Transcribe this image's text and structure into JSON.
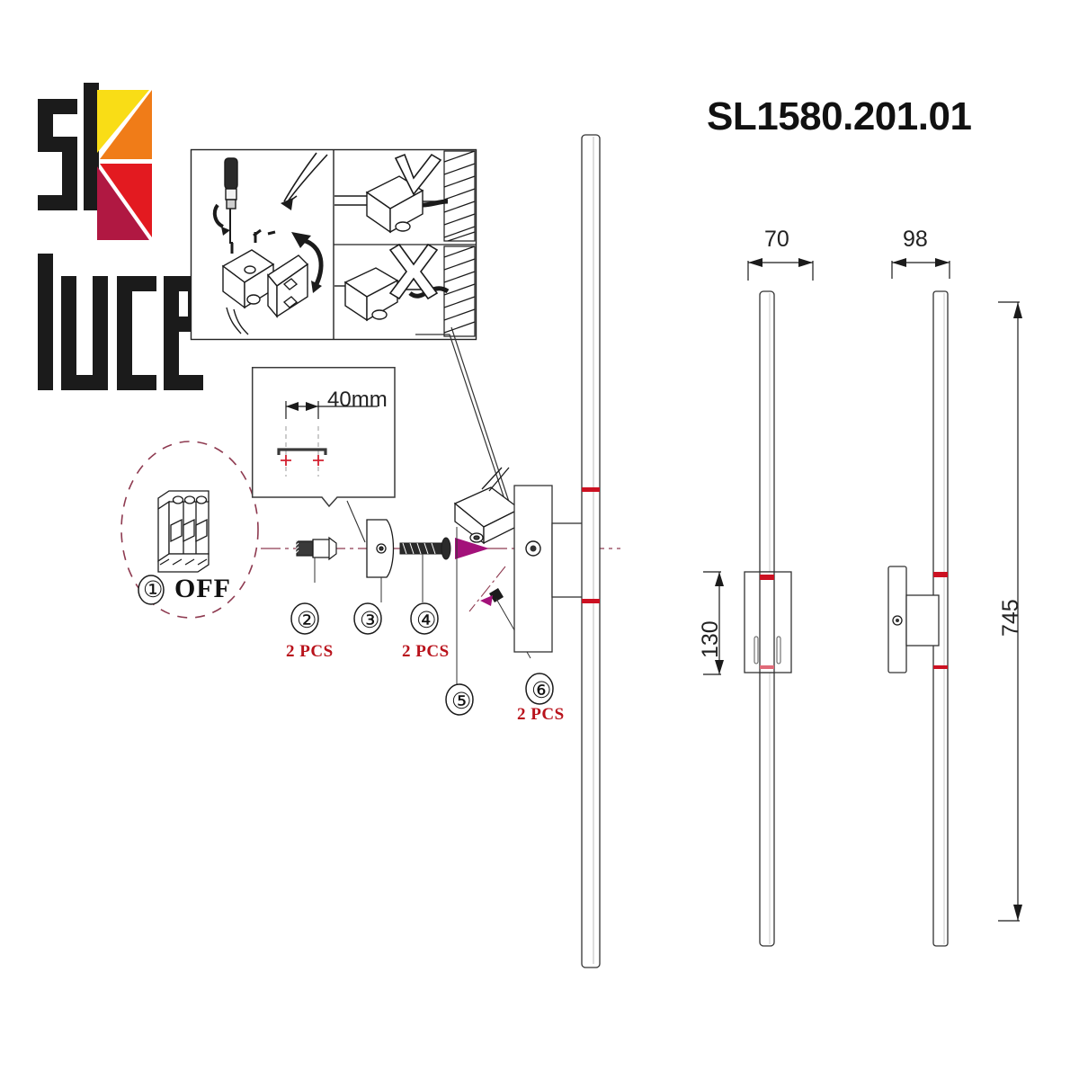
{
  "header": {
    "model_number": "SL1580.201.01",
    "brand_line1": "st",
    "brand_line2": "luce"
  },
  "brand_colors": {
    "yellow": "#f9dd16",
    "orange": "#f07c18",
    "red": "#e31a20",
    "crimson": "#b01842",
    "accent_red": "#cc1122",
    "magenta": "#a3117a",
    "centerline": "#8e3a50",
    "dark": "#1b1b1b"
  },
  "breaker_callout": {
    "step_number": "①",
    "label": "OFF",
    "icon": "circuit-breaker-icon",
    "ring_style": "dashed-ellipse"
  },
  "detail_callout": {
    "dimension": "40mm"
  },
  "parts": [
    {
      "number": "②",
      "qty": "2 PCS",
      "icon": "wall-anchor-icon"
    },
    {
      "number": "③",
      "qty": "",
      "icon": "mounting-plate-icon"
    },
    {
      "number": "④",
      "qty": "2 PCS",
      "icon": "screw-icon"
    },
    {
      "number": "⑤",
      "qty": "",
      "icon": "bracket-icon"
    },
    {
      "number": "⑥",
      "qty": "2 PCS",
      "icon": "set-screw-icon"
    }
  ],
  "instruction_panel": {
    "panel_left": "screwdriver-terminal-block",
    "panel_top_right": "correct-wiring-check",
    "panel_bottom_right": "incorrect-wiring-cross",
    "check_mark": "✓",
    "cross_mark": "✗"
  },
  "dimensions": {
    "front_width": "70",
    "side_width": "98",
    "bracket_height": "130",
    "total_height": "745"
  },
  "views": {
    "assembly": "exploded-assembly-view",
    "front": "front-elevation-view",
    "side": "side-elevation-view"
  }
}
